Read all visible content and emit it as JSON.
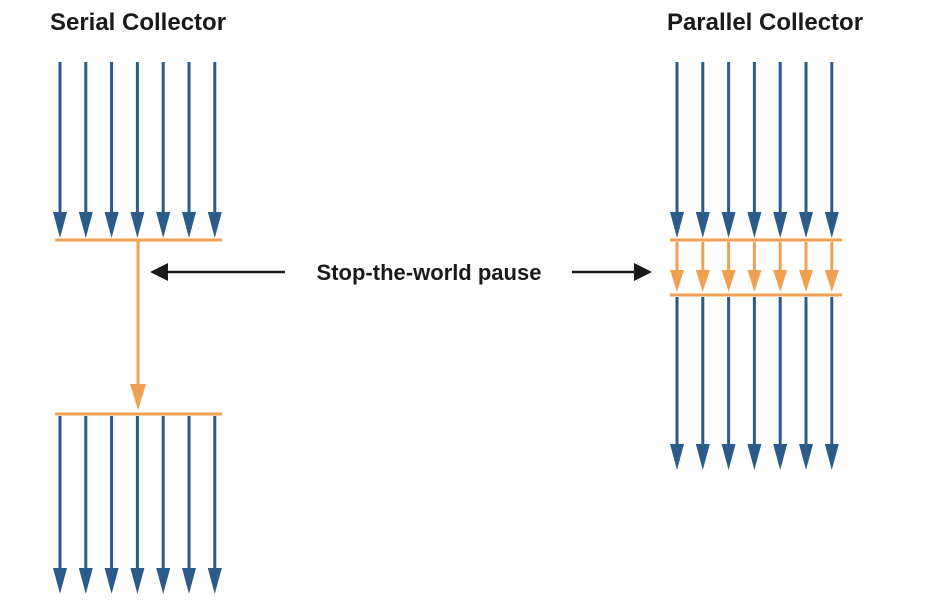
{
  "serial": {
    "title": "Serial Collector",
    "threads": 7
  },
  "parallel": {
    "title": "Parallel Collector",
    "threads": 7
  },
  "pause": {
    "label": "Stop-the-world pause"
  },
  "colors": {
    "app_thread": "#2a5b8a",
    "gc_thread": "#f0a050",
    "label": "#1a1a1a"
  }
}
